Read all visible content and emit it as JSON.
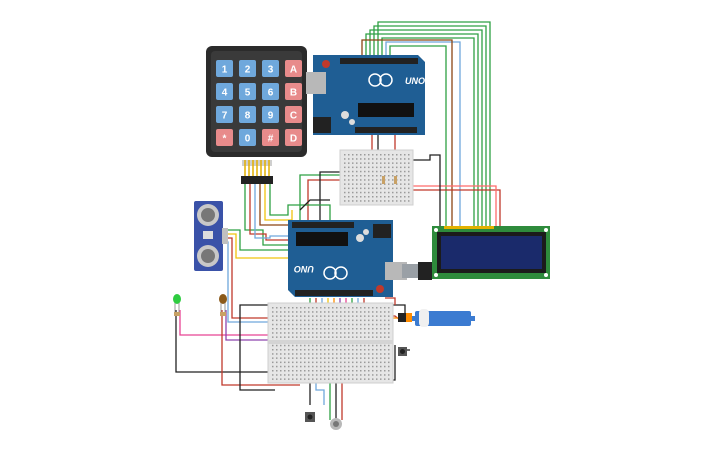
{
  "keypad": {
    "keys": [
      "1",
      "2",
      "3",
      "A",
      "4",
      "5",
      "6",
      "B",
      "7",
      "8",
      "9",
      "C",
      "*",
      "0",
      "#",
      "D"
    ],
    "number_color": "#6fa8dc",
    "letter_color": "#e88b8b"
  },
  "arduino_top": {
    "label": "UNO"
  },
  "arduino_bottom": {
    "label": "UNO"
  },
  "colors": {
    "board": "#1f5e94",
    "board_dark": "#174a75",
    "lcd_pcb": "#2e8b3c",
    "lcd_screen": "#1a2a6b",
    "breadboard": "#e8e8e8",
    "sensor": "#3a52a8",
    "servo": "#3b7bd1"
  }
}
